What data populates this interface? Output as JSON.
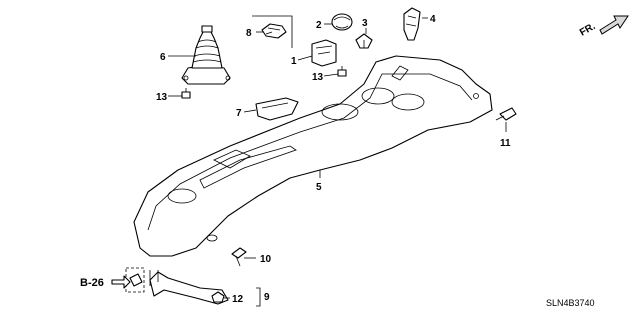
{
  "diagram": {
    "callouts": {
      "c1": "1",
      "c2": "2",
      "c3": "3",
      "c4": "4",
      "c5": "5",
      "c6": "6",
      "c7": "7",
      "c8": "8",
      "c9": "9",
      "c10": "10",
      "c11": "11",
      "c12": "12",
      "c13a": "13",
      "c13b": "13"
    },
    "reference": "B-26",
    "direction_label": "FR.",
    "part_code": "SLN4B3740"
  }
}
